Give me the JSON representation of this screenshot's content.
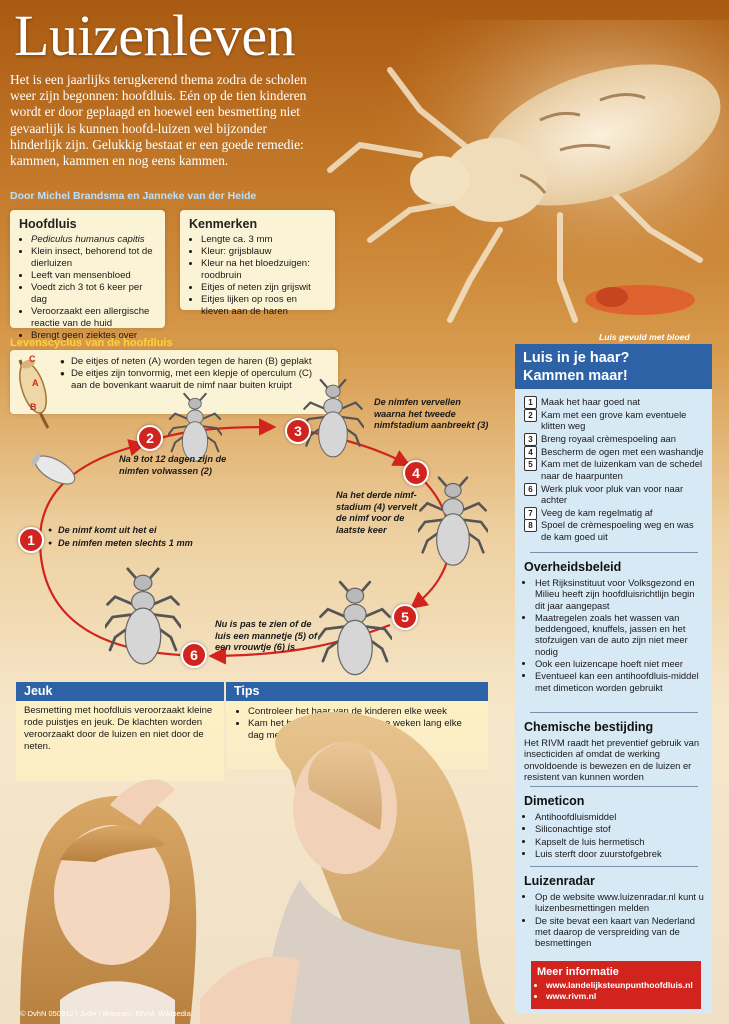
{
  "title": "Luizenleven",
  "intro": "Het is een jaarlijks terugkerend thema zodra de scholen weer zijn begonnen: hoofdluis. Eén op de tien kinderen wordt er door geplaagd en hoewel een besmetting niet gevaarlijk is kunnen hoofd-luizen wel bijzonder hinderlijk zijn. Gelukkig bestaat er een goede remedie: kammen, kammen en nog eens kammen.",
  "byline": "Door Michel Brandsma en Janneke van der Heide",
  "photo_caption": "Luis gevuld met bloed",
  "hoofdluis": {
    "heading": "Hoofdluis",
    "items": [
      "Pediculus humanus capitis",
      "Klein insect, behorend tot de dierluizen",
      "Leeft van mensenbloed",
      "Voedt zich 3 tot 6 keer per dag",
      "Veroorzaakt een allergische reactie van de huid",
      "Brengt geen ziektes over"
    ]
  },
  "kenmerken": {
    "heading": "Kenmerken",
    "items": [
      "Lengte ca. 3 mm",
      "Kleur: grijsblauw",
      "Kleur na het bloedzuigen: roodbruin",
      "Eitjes of neten zijn grijswit",
      "Eitjes lijken op roos en kleven aan de haren"
    ]
  },
  "lifecycle": {
    "heading": "Levenscyclus van de hoofdluis",
    "egg_labels": [
      "C",
      "A",
      "B"
    ],
    "intro_items": [
      "De eitjes of neten (A) worden tegen de haren (B) geplakt",
      "De eitjes zijn tonvormig, met een klepje of operculum (C) aan de bovenkant waaruit de nimf naar buiten kruipt"
    ],
    "stages": [
      "1",
      "2",
      "3",
      "4",
      "5",
      "6"
    ],
    "stage1_items": [
      "De nimf komt uit het ei",
      "De nimfen meten slechts 1 mm"
    ],
    "stage2_text": "Na 9 tot 12 dagen zijn de nimfen volwassen (2)",
    "stage3_text": "De nimfen vervellen waarna het tweede nimfstadium aanbreekt (3)",
    "stage4_text": "Na het derde nimf-stadium (4) vervelt de nimf voor de laatste keer",
    "stage56_text": "Nu is pas te zien of de luis een mannetje (5) of een vrouwtje (6) is"
  },
  "jeuk": {
    "heading": "Jeuk",
    "text": "Besmetting met hoofdluis veroorzaakt kleine rode puistjes en jeuk. De klachten worden veroorzaakt door de luizen en niet door de neten."
  },
  "tips": {
    "heading": "Tips",
    "items": [
      "Controleer het haar van de kinderen elke week",
      "Kam het haar bij besmetting twee weken lang elke dag met een luizenkam"
    ]
  },
  "sidebar": {
    "title_line1": "Luis in je haar?",
    "title_line2": "Kammen maar!",
    "steps": [
      {
        "n": "1",
        "text": "Maak het haar goed nat"
      },
      {
        "n": "2",
        "text": "Kam met een grove kam eventuele klitten weg"
      },
      {
        "n": "3",
        "text": "Breng royaal crèmespoeling aan"
      },
      {
        "n": "4",
        "text": "Bescherm de ogen met een washandje"
      },
      {
        "n": "5",
        "text": "Kam met de luizenkam van de schedel naar de haarpunten"
      },
      {
        "n": "6",
        "text": "Werk pluk voor pluk van voor naar achter"
      },
      {
        "n": "7",
        "text": "Veeg de kam regelmatig af"
      },
      {
        "n": "8",
        "text": "Spoel de crèmespoeling weg en was de kam goed uit"
      }
    ],
    "overheidsbeleid": {
      "heading": "Overheidsbeleid",
      "items": [
        "Het Rijksinstituut voor Volksgezond en Milieu heeft zijn hoofdluisrichtlijn begin dit jaar aangepast",
        "Maatregelen zoals het wassen van beddengoed, knuffels, jassen en het stofzuigen van de auto zijn niet meer nodig",
        "Ook een luizencape hoeft niet meer",
        "Eventueel kan een antihoofdluis-middel met dimeticon worden gebruikt"
      ]
    },
    "chemische": {
      "heading": "Chemische bestijding",
      "text": "Het RIVM raadt het preventief gebruik van insecticiden af omdat de werking onvoldoende is bewezen en de luizen er resistent van kunnen worden"
    },
    "dimeticon": {
      "heading": "Dimeticon",
      "items": [
        "Antihoofdluismiddel",
        "Siliconachtige stof",
        "Kapselt de luis hermetisch",
        "Luis sterft door zuurstofgebrek"
      ]
    },
    "luizenradar": {
      "heading": "Luizenradar",
      "items": [
        "Op de website www.luizenradar.nl kunt u luizenbesmettingen melden",
        "De site bevat een kaart van Nederland met daarop de verspreiding van de besmettingen"
      ]
    },
    "meer_info": {
      "heading": "Meer informatie",
      "links": [
        "www.landelijksteunpunthoofdluis.nl",
        "www.rivm.nl"
      ]
    }
  },
  "credit": "© DvhN 050912 | JvdH | Bronnen: RIVM, Wikipedia",
  "colors": {
    "accent_blue": "#2d62a7",
    "accent_red": "#d2241f",
    "sidebar_bg": "#d8e9f6",
    "box_bg": "#fbf3d6",
    "header_bg": "#a95a12"
  }
}
